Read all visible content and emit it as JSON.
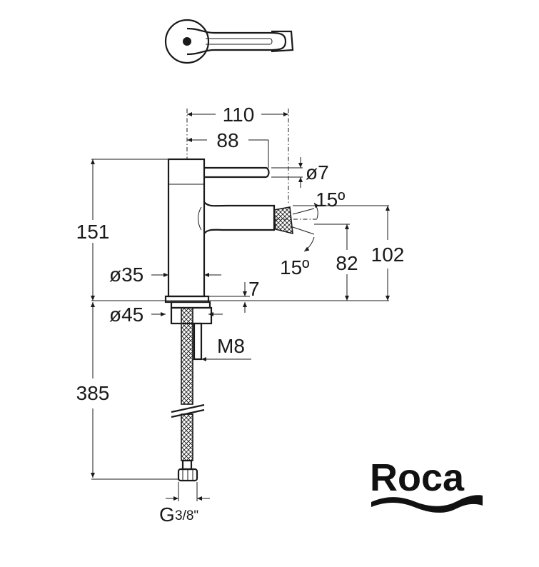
{
  "dimensions": {
    "width_110": "110",
    "width_88": "88",
    "dia_7": "ø7",
    "angle_top": "15º",
    "height_151": "151",
    "height_102": "102",
    "height_82": "82",
    "angle_bottom": "15º",
    "dia_35": "ø35",
    "thickness_7": "7",
    "dia_45": "ø45",
    "thread_m8": "M8",
    "hose_385": "385",
    "connector_g": "G",
    "connector_fraction": "3/8\""
  },
  "logo": {
    "text": "Roca"
  },
  "colors": {
    "line": "#1a1a1a",
    "logo": "#111111"
  }
}
